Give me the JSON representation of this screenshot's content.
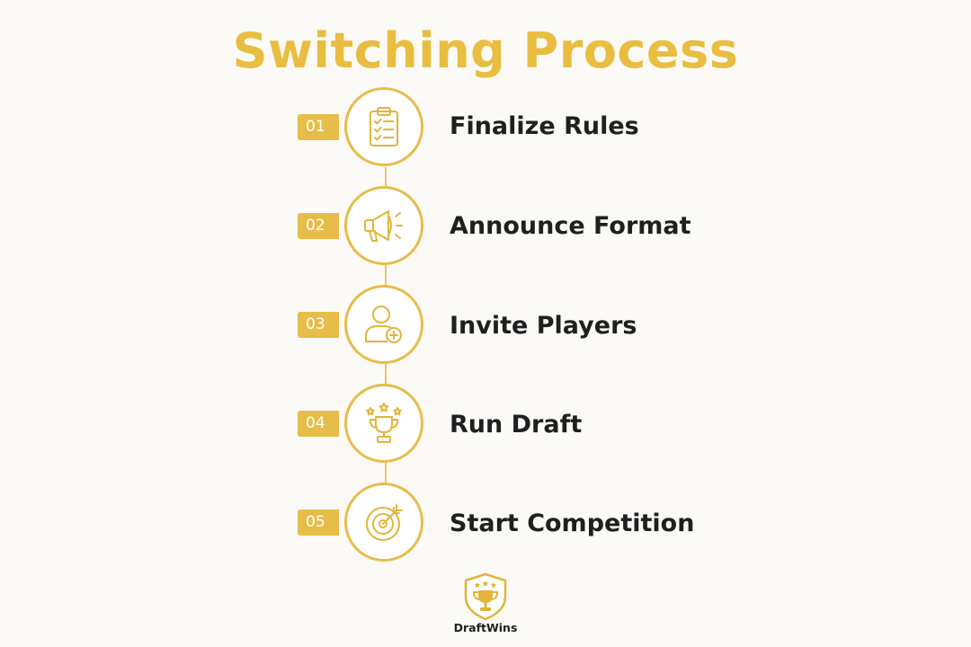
{
  "title": "Switching Process",
  "steps": [
    {
      "number": "01",
      "label": "Finalize Rules",
      "icon": "clipboard-checklist-icon"
    },
    {
      "number": "02",
      "label": "Announce Format",
      "icon": "megaphone-icon"
    },
    {
      "number": "03",
      "label": "Invite Players",
      "icon": "user-add-icon"
    },
    {
      "number": "04",
      "label": "Run Draft",
      "icon": "trophy-stars-icon"
    },
    {
      "number": "05",
      "label": "Start Competition",
      "icon": "target-arrow-icon"
    }
  ],
  "brand": {
    "name": "DraftWins",
    "icon": "trophy-shield-logo-icon"
  },
  "colors": {
    "accent": "#e7bd4a",
    "title": "#e9bd3f",
    "text": "#1f1f1f",
    "background": "#fbfaf6"
  }
}
